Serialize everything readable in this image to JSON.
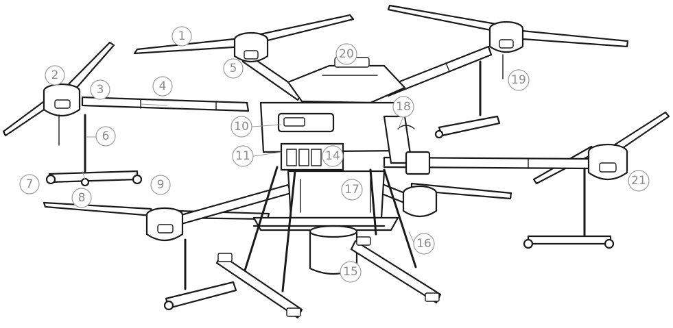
{
  "callouts": [
    "1",
    "2",
    "3",
    "4",
    "5",
    "6",
    "7",
    "8",
    "9",
    "10",
    "11",
    "14",
    "15",
    "16",
    "17",
    "18",
    "19",
    "20",
    "21"
  ]
}
